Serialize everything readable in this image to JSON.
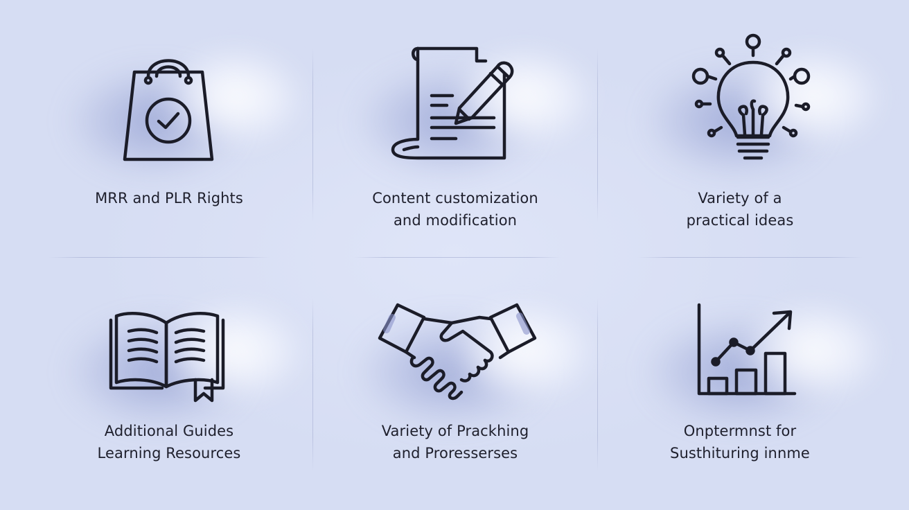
{
  "features": [
    {
      "icon": "shopping-bag-check-icon",
      "lines": [
        "MRR and PLR Rights"
      ]
    },
    {
      "icon": "document-pencil-icon",
      "lines": [
        "Content customization",
        "and modification"
      ]
    },
    {
      "icon": "lightbulb-icon",
      "lines": [
        "Variety of a",
        "practical ideas"
      ]
    },
    {
      "icon": "open-book-icon",
      "lines": [
        "Additional Guides",
        "Learning Resources"
      ]
    },
    {
      "icon": "handshake-icon",
      "lines": [
        "Variety of Prackhing",
        "and Proresserses"
      ]
    },
    {
      "icon": "growth-chart-icon",
      "lines": [
        "Onptermnst for",
        "Susthituring innme"
      ]
    }
  ],
  "colors": {
    "background": "#d8dff5",
    "stroke": "#1b1c28",
    "text": "#1e1f2c"
  }
}
